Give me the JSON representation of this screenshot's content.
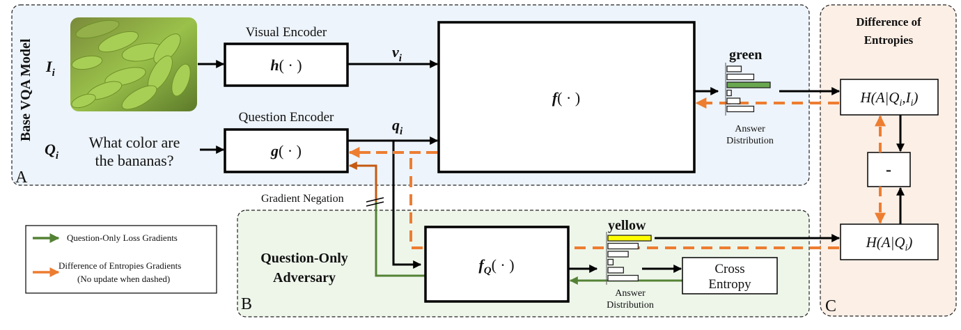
{
  "panels": {
    "a": {
      "title": "Base VQA Model",
      "letter": "A",
      "bg": "#edf4fb"
    },
    "b": {
      "title_line1": "Question-Only",
      "title_line2": "Adversary",
      "letter": "B",
      "bg": "#eef6ea"
    },
    "c": {
      "title_line1": "Difference of",
      "title_line2": "Entropies",
      "letter": "C",
      "bg": "#fcefe6"
    }
  },
  "inputs": {
    "image_symbol": "I",
    "image_sub": "i",
    "question_symbol": "Q",
    "question_sub": "i",
    "question_line1": "What color are",
    "question_line2": "the bananas?"
  },
  "encoders": {
    "visual_label": "Visual Encoder",
    "visual_fn": "h",
    "question_label": "Question Encoder",
    "question_fn": "g",
    "fn_args": "( · )"
  },
  "features": {
    "v_symbol": "v",
    "v_sub": "i",
    "q_symbol": "q",
    "q_sub": "i"
  },
  "models": {
    "main_fn": "f",
    "adv_fn": "f",
    "adv_sub": "Q",
    "fn_args": "( · )"
  },
  "distributions": {
    "main": {
      "answer": "green",
      "bars": [
        0.33,
        0.62,
        1.0,
        0.1,
        0.3,
        0.62
      ],
      "highlight": 2,
      "highlight_color": "#6aa84f"
    },
    "adv": {
      "answer": "yellow",
      "bars": [
        1.0,
        0.7,
        0.47,
        0.12,
        0.36,
        0.7
      ],
      "highlight": 0,
      "highlight_color": "#ffff00"
    },
    "caption_line1": "Answer",
    "caption_line2": "Distribution"
  },
  "entropies": {
    "joint": "H(A|Q",
    "joint_sub": "i",
    "joint_mid": ",I",
    "joint_sub2": "i",
    "joint_end": ")",
    "question": "H(A|Q",
    "question_sub": "i",
    "question_end": ")",
    "minus": "-"
  },
  "cross_entropy": {
    "line1": "Cross",
    "line2": "Entropy"
  },
  "gradient_negation": "Gradient Negation",
  "legend": {
    "items": [
      {
        "label": "Question-Only Loss Gradients",
        "color": "#548235"
      },
      {
        "label": "Difference of Entropies Gradients",
        "label2": "(No update when dashed)",
        "color": "#ed7d31"
      }
    ]
  },
  "colors": {
    "green_grad": "#548235",
    "orange_grad": "#ed7d31",
    "orange_dark": "#c55a11"
  }
}
